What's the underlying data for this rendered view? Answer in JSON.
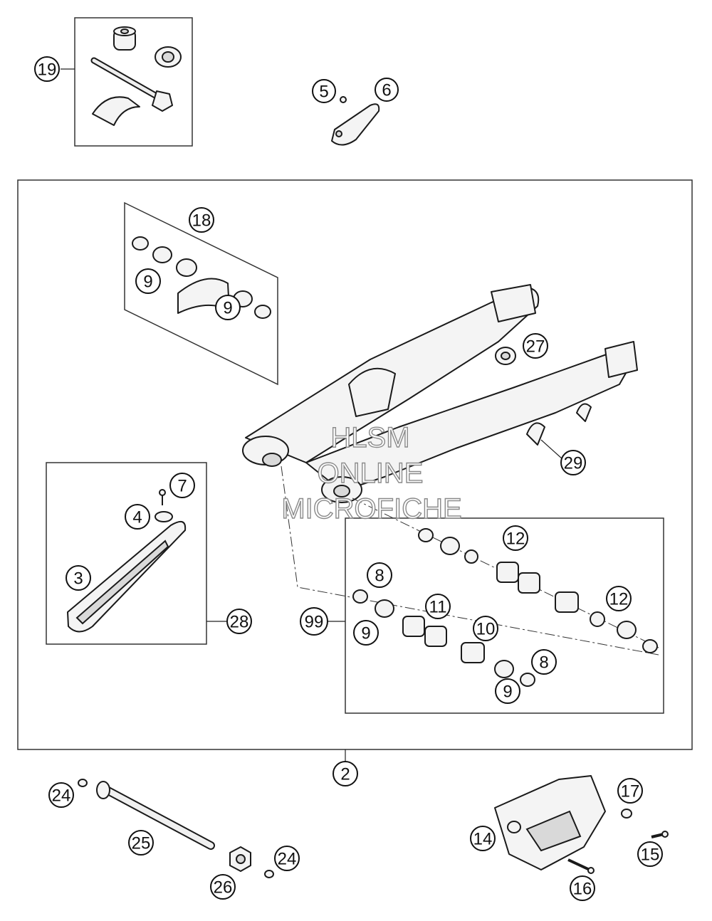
{
  "colors": {
    "line": "#1a1a1a",
    "callout_fill": "#ffffff",
    "watermark_stroke": "#8a8a8a"
  },
  "callouts": {
    "c19": "19",
    "c5": "5",
    "c6": "6",
    "c18": "18",
    "c9a": "9",
    "c9b": "9",
    "c27": "27",
    "c29": "29",
    "c7": "7",
    "c4": "4",
    "c3": "3",
    "c28": "28",
    "c12a": "12",
    "c8a": "8",
    "c11": "11",
    "c99": "99",
    "c9c": "9",
    "c10": "10",
    "c12b": "12",
    "c8b": "8",
    "c9d": "9",
    "c2": "2",
    "c24a": "24",
    "c25": "25",
    "c24b": "24",
    "c26": "26",
    "c17": "17",
    "c14": "14",
    "c15": "15",
    "c16": "16"
  },
  "watermark": {
    "line1": "HLSM",
    "line2": "ONLINE",
    "line3": "MICROFICHE"
  }
}
